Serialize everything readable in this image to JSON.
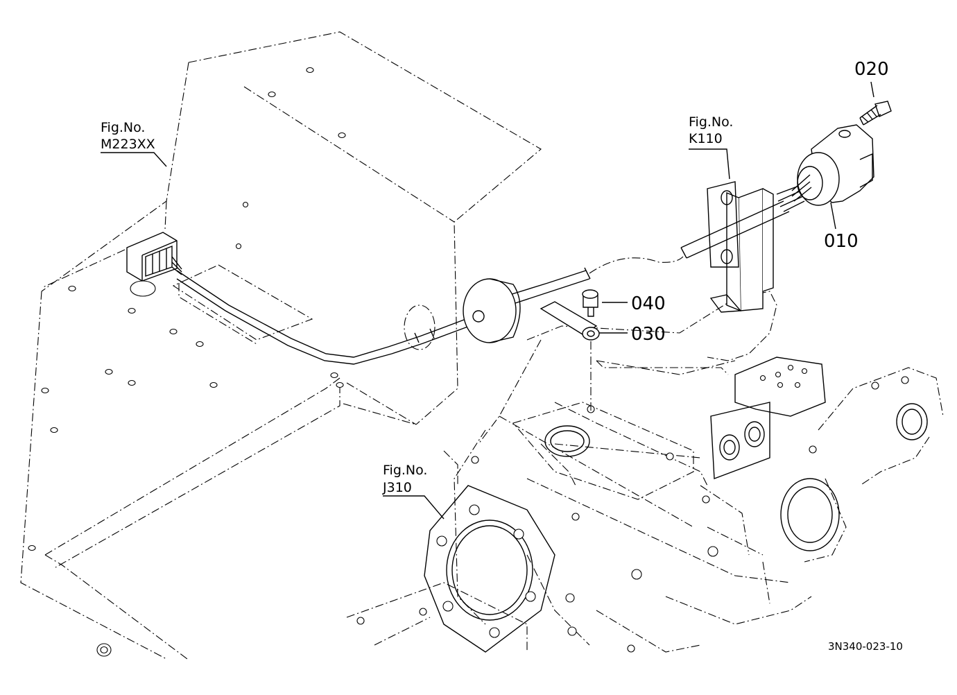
{
  "references": {
    "m223": {
      "line1": "Fig.No.",
      "line2": "M223XX"
    },
    "k110": {
      "line1": "Fig.No.",
      "line2": "K110"
    },
    "j310": {
      "line1": "Fig.No.",
      "line2": "J310"
    }
  },
  "parts": {
    "p010": "010",
    "p020": "020",
    "p030": "030",
    "p040": "040"
  },
  "drawing_code": "3N340-023-10",
  "icons": {
    "connector": "connector-icon",
    "sensor": "sensor-icon",
    "bolt": "bolt-icon",
    "washer": "washer-icon",
    "grommet": "grommet-icon"
  }
}
